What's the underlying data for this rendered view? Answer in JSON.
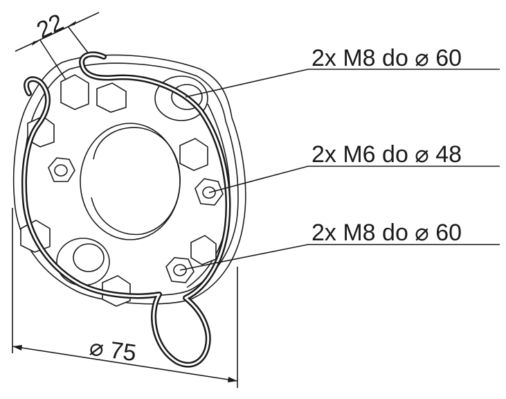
{
  "callouts": [
    {
      "text": "2x M8 do  ⌀ 60"
    },
    {
      "text": "2x M6 do  ⌀ 48"
    },
    {
      "text": "2x M8 do  ⌀ 60"
    }
  ],
  "dimensions": {
    "offset": "22",
    "diameter": "⌀ 75"
  },
  "colors": {
    "line": "#1a1a1a",
    "background": "#ffffff"
  }
}
